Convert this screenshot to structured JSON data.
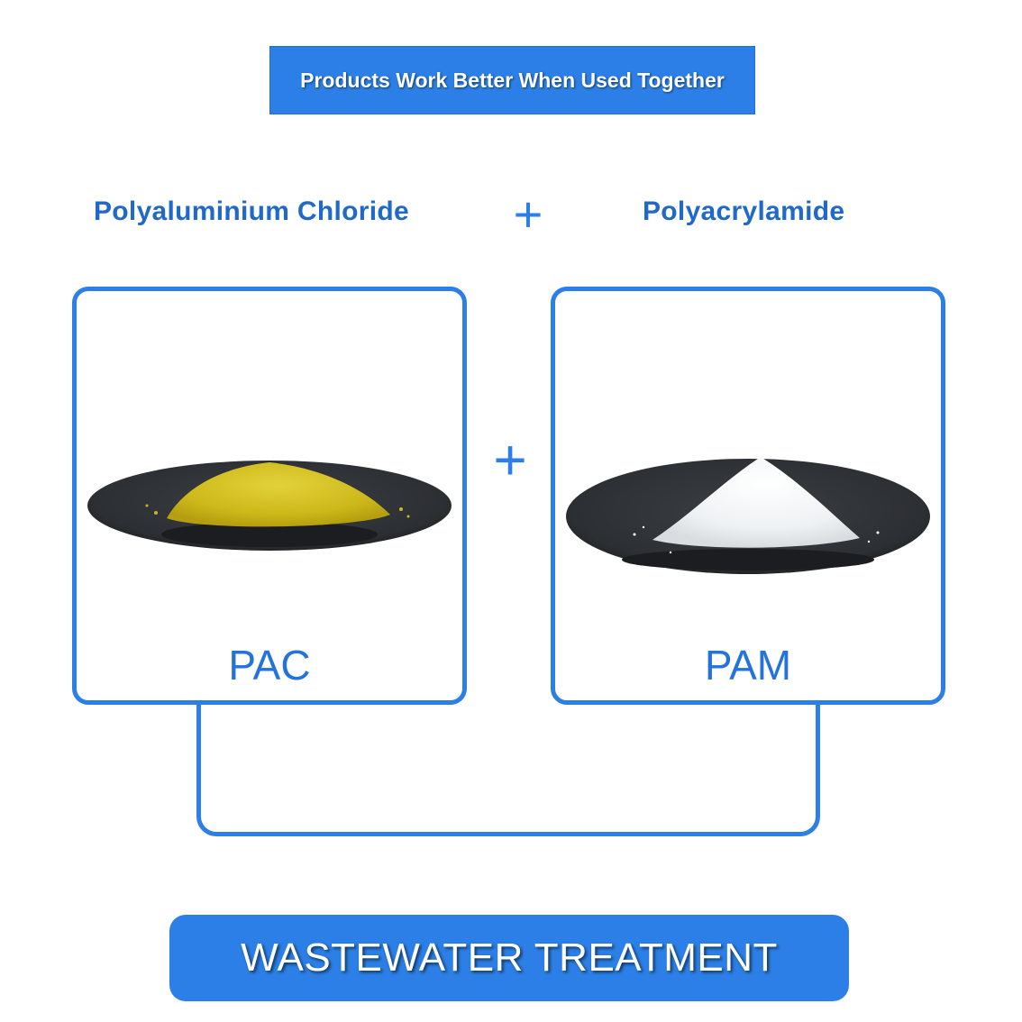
{
  "banner": {
    "text": "Products Work Better When Used Together"
  },
  "products": {
    "left": {
      "name": "Polyaluminium Chloride",
      "label": "PAC",
      "powder_color": "#d4c21a"
    },
    "right": {
      "name": "Polyacrylamide",
      "label": "PAM",
      "powder_color": "#f4f6f8"
    },
    "plus_symbol": "+"
  },
  "footer": {
    "text": "WASTEWATER TREATMENT"
  },
  "colors": {
    "accent": "#2b7fe6",
    "text_blue": "#2069c9",
    "plate": "#2f3236"
  }
}
